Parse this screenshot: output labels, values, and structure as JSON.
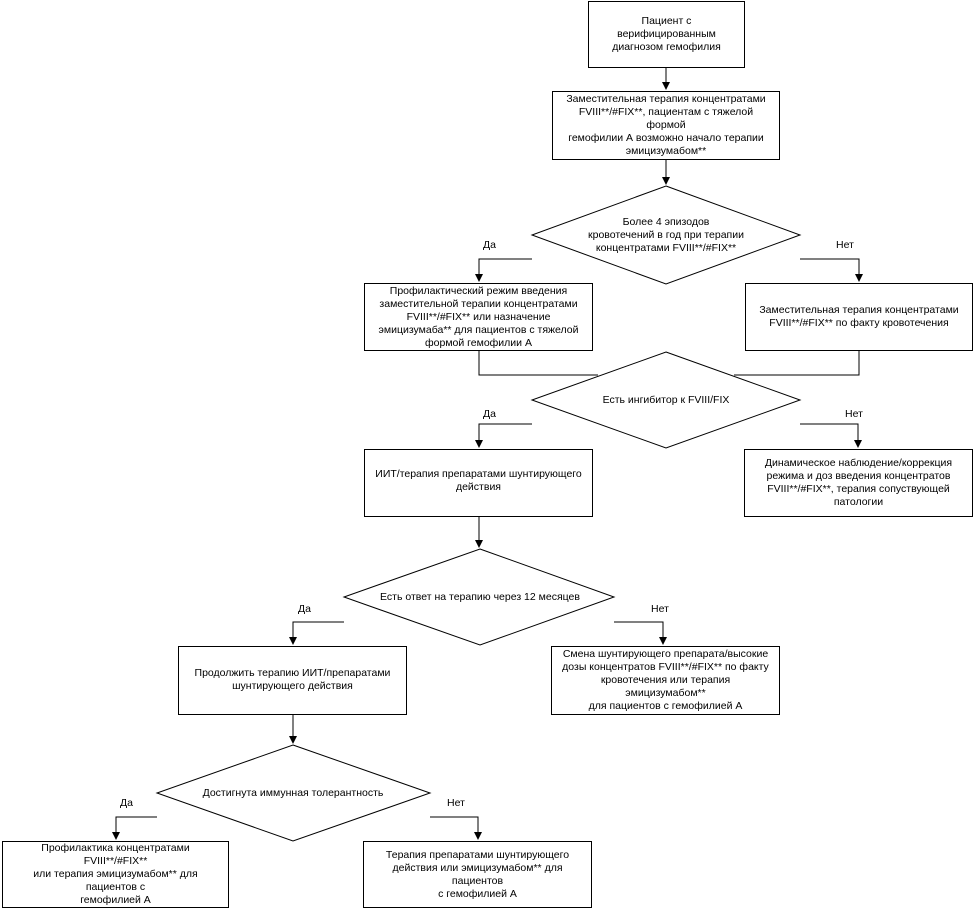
{
  "nodes": {
    "start": "Пациент с верифицированным\nдиагнозом гемофилия",
    "therapy": "Заместительная терапия концентратами\nFVIII**/#FIX**, пациентам с тяжелой формой\nгемофилии А возможно начало терапии\nэмицизумабом**",
    "decision_bleeds": "Более 4 эпизодов\nкровотечений в год при терапии\nконцентратами FVIII**/#FIX**",
    "prophylaxis": "Профилактический режим введения\nзаместительной терапии концентратами\nFVIII**/#FIX** или назначение\nэмицизумаба** для пациентов с тяжелой\nформой гемофилии А",
    "on_demand": "Заместительная терапия концентратами\nFVIII**/#FIX** по факту кровотечения",
    "decision_inhibitor": "Есть ингибитор к FVIII/FIX",
    "iit": "ИИТ/терапия препаратами шунтирующего\nдействия",
    "observation": "Динамическое наблюдение/коррекция\nрежима и доз введения концентратов\nFVIII**/#FIX**, терапия сопуствующей\nпатологии",
    "decision_response": "Есть ответ на терапию через 12 месяцев",
    "continue_iit": "Продолжить терапию ИИТ/препаратами\nшунтирующего действия",
    "switch": "Смена шунтирующего препарата/высокие\nдозы концентратов FVIII**/#FIX** по факту\nкровотечения или терапия эмицизумабом**\nдля пациентов с гемофилией А",
    "decision_tolerance": "Достигнута иммунная толерантность",
    "prophylaxis_final": "Профилактика концентратами FVIII**/#FIX**\nили терапия эмицизумабом** для пациентов с\nгемофилией А",
    "bypass_final": "Терапия препаратами шунтирующего\nдействия или эмицизумабом** для пациентов\nс гемофилией А"
  },
  "labels": {
    "yes": "Да",
    "no": "Нет"
  }
}
